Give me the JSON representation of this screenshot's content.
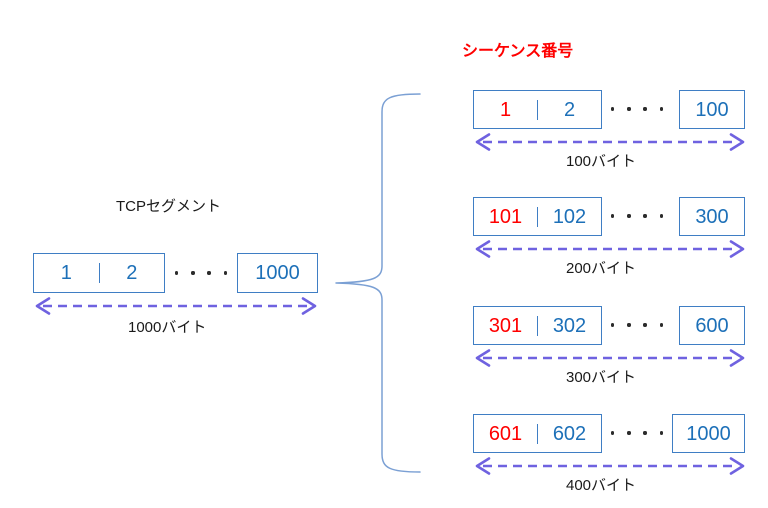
{
  "diagram": {
    "title_left": "TCPセグメント",
    "title_right": "シーケンス番号",
    "colors": {
      "box_border": "#3f7ec4",
      "number_blue": "#1d70b8",
      "number_red": "#ff0000",
      "arrow_purple": "#6f62e0",
      "brace_blue": "#7ba0d4",
      "text_black": "#1a1a1a"
    },
    "left_segment": {
      "name": "tcp-segment",
      "cells": [
        "1",
        "2"
      ],
      "cell_colors": [
        "blue",
        "blue"
      ],
      "ellipsis_count": 4,
      "last_cell": "1000",
      "last_cell_color": "blue",
      "size_label": "1000バイト"
    },
    "right_segments": [
      {
        "name": "ip-packet-1",
        "cells": [
          "1",
          "2"
        ],
        "cell_colors": [
          "red",
          "blue"
        ],
        "ellipsis_count": 4,
        "last_cell": "100",
        "last_cell_color": "blue",
        "size_label": "100バイト"
      },
      {
        "name": "ip-packet-2",
        "cells": [
          "101",
          "102"
        ],
        "cell_colors": [
          "red",
          "blue"
        ],
        "ellipsis_count": 4,
        "last_cell": "300",
        "last_cell_color": "blue",
        "size_label": "200バイト"
      },
      {
        "name": "ip-packet-3",
        "cells": [
          "301",
          "302"
        ],
        "cell_colors": [
          "red",
          "blue"
        ],
        "ellipsis_count": 4,
        "last_cell": "600",
        "last_cell_color": "blue",
        "size_label": "300バイト"
      },
      {
        "name": "ip-packet-4",
        "cells": [
          "601",
          "602"
        ],
        "cell_colors": [
          "red",
          "blue"
        ],
        "ellipsis_count": 4,
        "last_cell": "1000",
        "last_cell_color": "blue",
        "size_label": "400バイト"
      }
    ]
  }
}
